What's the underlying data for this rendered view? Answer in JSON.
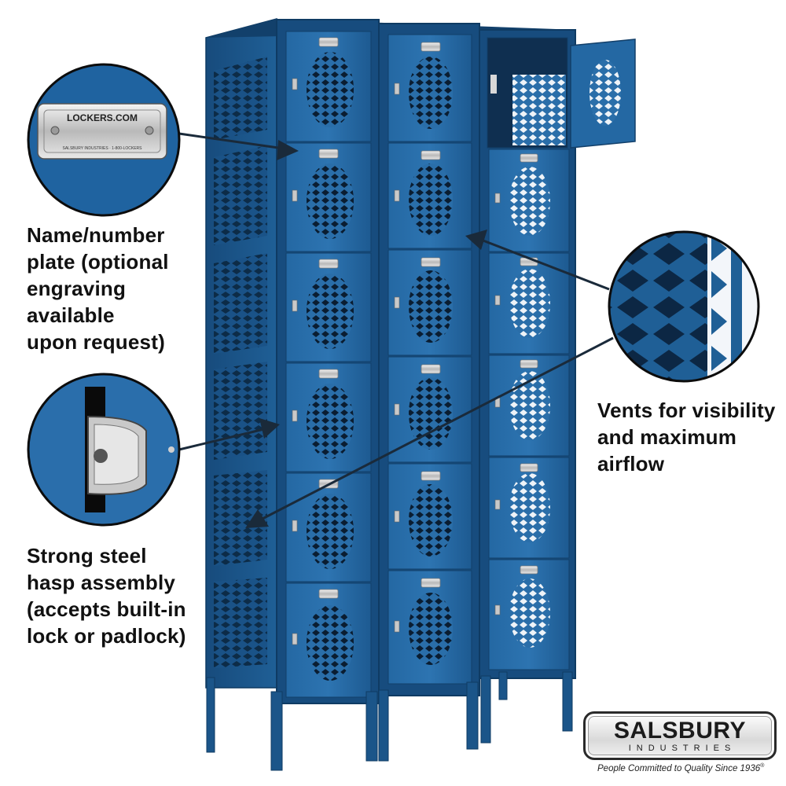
{
  "callouts": {
    "plate": "Name/number\nplate (optional\nengraving available\nupon request)",
    "hasp": "Strong steel\nhasp assembly\n(accepts built-in\nlock or padlock)",
    "vents": "Vents for visibility\nand maximum\nairflow"
  },
  "plate_inset": {
    "brand": "LOCKERS.COM",
    "fine_print": "SALSBURY INDUSTRIES · 1-800-LOCKERS"
  },
  "logo": {
    "name": "SALSBURY",
    "sub": "INDUSTRIES",
    "tagline": "People Committed to Quality Since 1936",
    "mark": "®"
  },
  "colors": {
    "locker_blue": "#1f5f96",
    "locker_dark": "#12406b",
    "locker_light": "#3c86c2",
    "text": "#111111"
  }
}
